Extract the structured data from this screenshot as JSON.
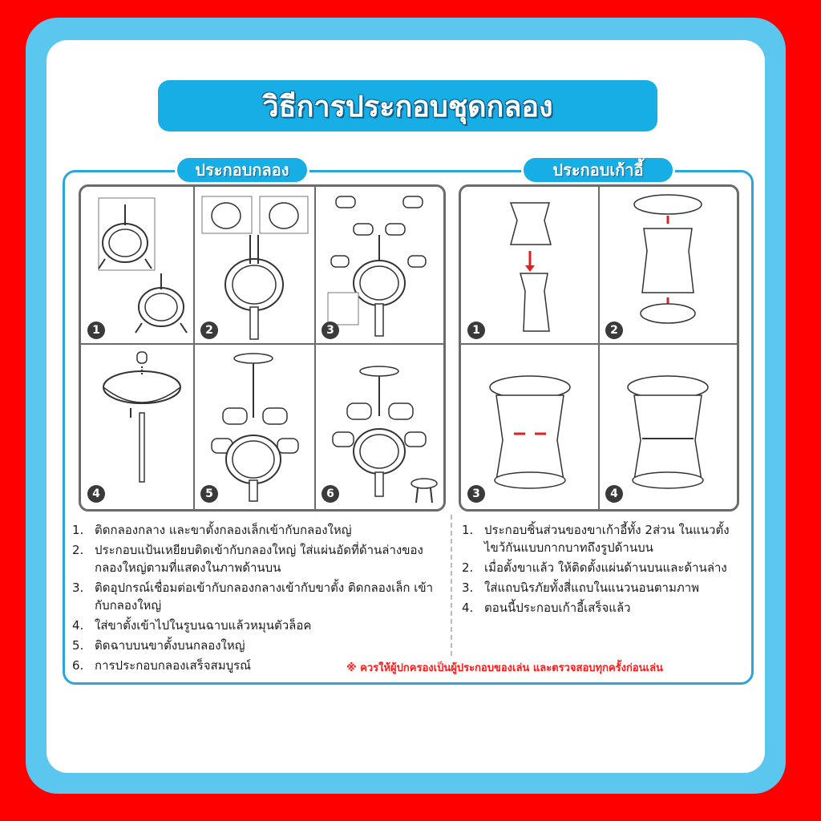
{
  "title": "วิธีการประกอบชุดกลอง",
  "drum_section": {
    "label": "ประกอบกลอง",
    "panel_numbers": [
      "1",
      "2",
      "3",
      "4",
      "5",
      "6"
    ],
    "steps": [
      {
        "num": "1.",
        "text": "ติดกลองกลาง และขาตั้งกลองเล็กเข้ากับกลองใหญ่"
      },
      {
        "num": "2.",
        "text": "ประกอบแป้นเหยียบติดเข้ากับกลองใหญ่ ใส่แผ่นอัดที่ด้านล่างของ กลองใหญ่ตามที่แสดงในภาพด้านบน"
      },
      {
        "num": "3.",
        "text": "ติดอุปกรณ์เชื่อมต่อเข้ากับกลองกลางเข้ากับขาตั้ง ติดกลองเล็ก เข้ากับกลองใหญ่"
      },
      {
        "num": "4.",
        "text": "ใส่ขาตั้งเข้าไปในรูบนฉาบแล้วหมุนตัวล็อค"
      },
      {
        "num": "5.",
        "text": "ติดฉาบบนขาตั้งบนกลองใหญ่"
      },
      {
        "num": "6.",
        "text": "การประกอบกลองเสร็จสมบูรณ์"
      }
    ]
  },
  "chair_section": {
    "label": "ประกอบเก้าอี้",
    "panel_numbers": [
      "1",
      "2",
      "3",
      "4"
    ],
    "steps": [
      {
        "num": "1.",
        "text": "ประกอบชิ้นส่วนของขาเก้าอี้ทั้ง 2ส่วน ในแนวตั้ง ไขว้กันแบบกากบาทถึงรูปด้านบน"
      },
      {
        "num": "2.",
        "text": "เมื่อตั้งขาแล้ว ให้ติดตั้งแผ่นด้านบนและด้านล่าง"
      },
      {
        "num": "3.",
        "text": "ใส่แถบนิรภัยทั้งสี่แถบในแนวนอนตามภาพ"
      },
      {
        "num": "4.",
        "text": "ตอนนี้ประกอบเก้าอี้เสร็จแล้ว"
      }
    ]
  },
  "warning": "※ ควรให้ผู้ปกครองเป็นผู้ประกอบของเล่น และตรวจสอบทุกครั้งก่อนเล่น",
  "colors": {
    "background": "#ff0000",
    "frame": "#5bc7ee",
    "banner": "#17aee6",
    "warning": "#ff1a1a"
  }
}
